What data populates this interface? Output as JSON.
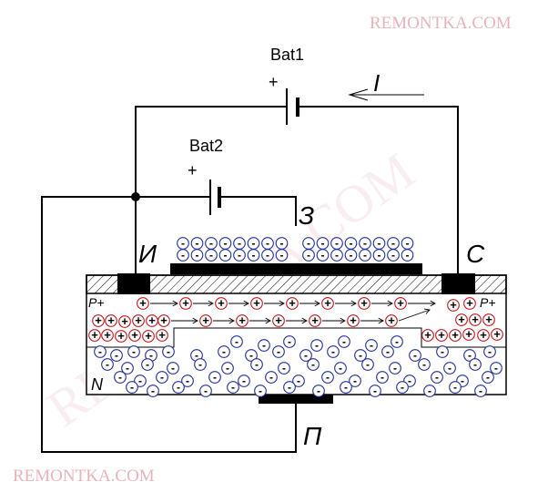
{
  "watermark": {
    "top": "REMONTKA.COM",
    "bottom": "REMONTKA.COM",
    "diagonal": "REMONTKA.COM",
    "color": "#e8b4b8"
  },
  "labels": {
    "bat1": "Bat1",
    "bat2": "Bat2",
    "current": "I",
    "plus": "+",
    "gate": "З",
    "source": "И",
    "drain": "С",
    "substrate": "П",
    "p_plus": "P+",
    "n_region": "N"
  },
  "carriers": {
    "electron": "-",
    "hole": "+"
  },
  "colors": {
    "line": "#000000",
    "electron": "#1f2f9e",
    "hole": "#c4141a"
  }
}
